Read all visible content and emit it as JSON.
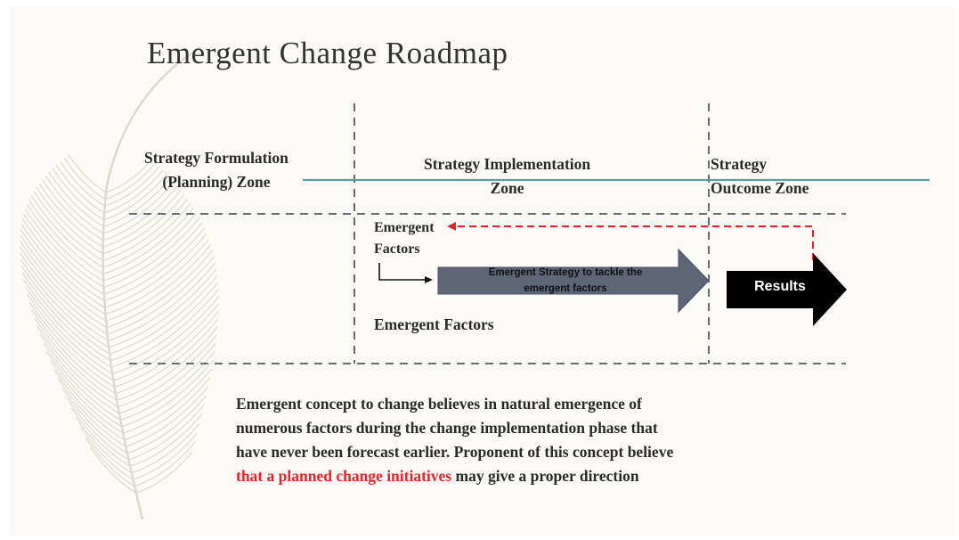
{
  "title": "Emergent Change Roadmap",
  "zones": {
    "formulation": [
      "Strategy Formulation",
      "(Planning) Zone"
    ],
    "implementation": [
      "Strategy Implementation",
      "Zone"
    ],
    "outcome": [
      "Strategy",
      "Outcome Zone"
    ]
  },
  "labels": {
    "emergent_factors_small": [
      "Emergent",
      "Factors"
    ],
    "emergent_factors_bottom": "Emergent Factors"
  },
  "arrows": {
    "strategy": [
      "Emergent Strategy to tackle the",
      "emergent factors"
    ],
    "results": "Results"
  },
  "body": {
    "line1": "Emergent concept to change believes in natural emergence of",
    "line2": "numerous factors during the change implementation phase that",
    "line3": "have never been forecast earlier. Proponent of this concept believe",
    "line4_red": "that a planned change initiatives",
    "line4_rest": " may give a proper direction"
  },
  "colors": {
    "teal_line": "#5f9ea0",
    "red": "#e0262a",
    "strategy_arrow": "#5d6577",
    "results_arrow": "#000000"
  }
}
